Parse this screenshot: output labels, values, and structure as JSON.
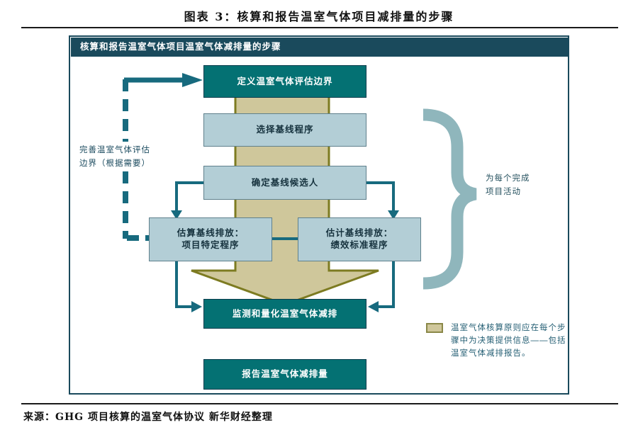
{
  "page": {
    "title": "图表 3：核算和报告温室气体项目减排量的步骤",
    "source": "来源：GHG 项目核算的温室气体协议 新华财经整理"
  },
  "diagram": {
    "header": "核算和报告温室气体项目温室气体减排量的步骤",
    "boxes": {
      "define_boundary": "定义温室气体评估边界",
      "select_procedure": "选择基线程序",
      "identify_candidates": "确定基线候选人",
      "estimate_project_line1": "估算基线排放：",
      "estimate_project_line2": "项目特定程序",
      "estimate_performance_line1": "估计基线排放：",
      "estimate_performance_line2": "绩效标准程序",
      "monitor": "监测和量化温室气体减排",
      "report": "报告温室气体减排量"
    },
    "annotations": {
      "refine_line1": "完善温室气体评估",
      "refine_line2": "边界（根据需要）",
      "per_activity_line1": "为每个完成",
      "per_activity_line2": "项目活动"
    },
    "legend": {
      "line1": "温室气体核算原则应在每个步",
      "line2": "骤中为决策提供信息——包括",
      "line3": "温室气体减排报告。"
    },
    "colors": {
      "frame_navy": "#1a4a5c",
      "teal_box": "#047173",
      "light_box": "#b3ced6",
      "big_arrow_fill": "#cfc79b",
      "big_arrow_border": "#7d7b21",
      "connector_teal": "#176a7e",
      "brace": "#8fb6bc",
      "legend_swatch": "#cfc79b",
      "legend_text": "#255f74"
    }
  }
}
